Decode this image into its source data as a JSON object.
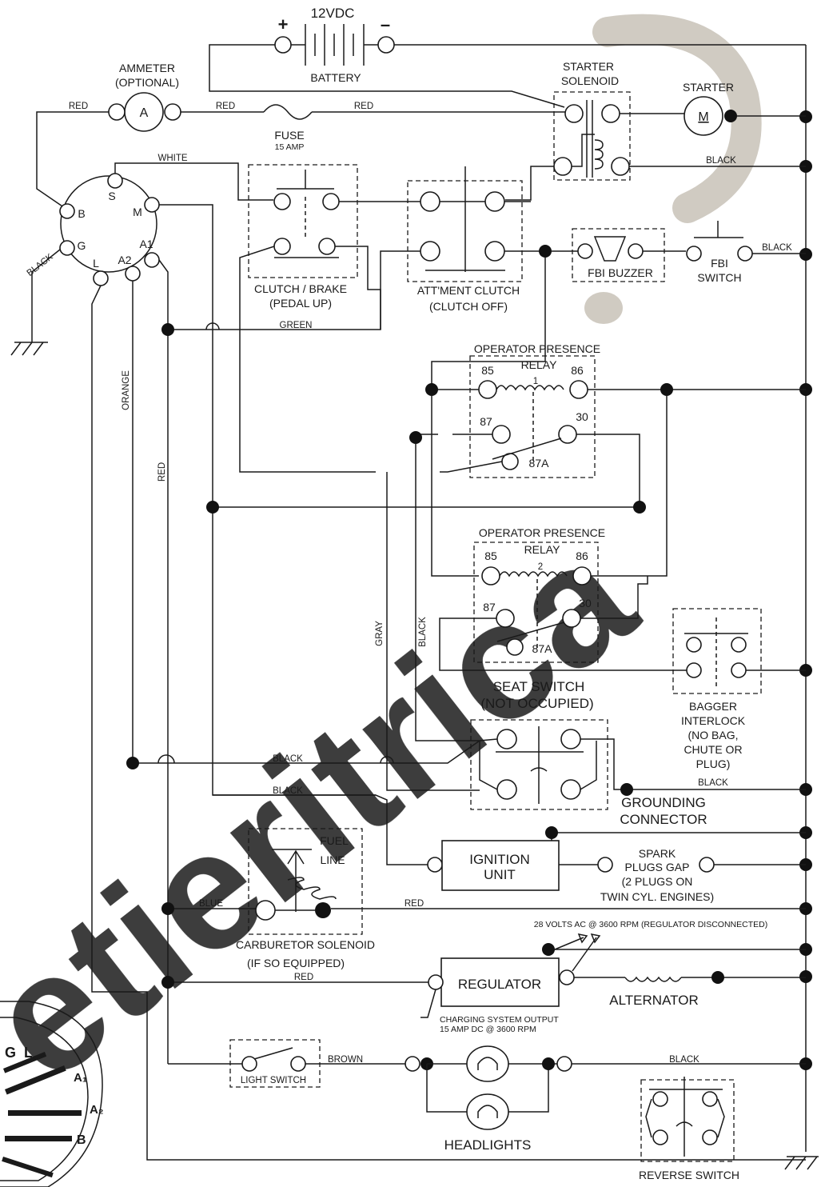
{
  "battery": {
    "voltage": "12VDC",
    "label": "BATTERY",
    "plus": "+",
    "minus": "–"
  },
  "ammeter": {
    "title": "AMMETER",
    "optional": "(OPTIONAL)",
    "symbol": "A"
  },
  "fuse": {
    "label": "FUSE",
    "rating": "15 AMP"
  },
  "starter_solenoid": {
    "line1": "STARTER",
    "line2": "SOLENOID"
  },
  "starter": {
    "label": "STARTER",
    "symbol": "M"
  },
  "ignition_switch": {
    "S": "S",
    "B": "B",
    "M": "M",
    "G": "G",
    "A1": "A1",
    "L": "L",
    "A2": "A2"
  },
  "clutch_brake": {
    "line1": "CLUTCH / BRAKE",
    "line2": "(PEDAL UP)"
  },
  "attment_clutch": {
    "line1": "ATT'MENT CLUTCH",
    "line2": "(CLUTCH OFF)"
  },
  "fbi_buzzer": {
    "label": "FBI BUZZER"
  },
  "fbi_switch": {
    "line1": "FBI",
    "line2": "SWITCH"
  },
  "relay1": {
    "title": "OPERATOR PRESENCE",
    "relay": "RELAY",
    "num": "1",
    "p85": "85",
    "p86": "86",
    "p87": "87",
    "p30": "30",
    "p87a": "87A"
  },
  "relay2": {
    "title": "OPERATOR PRESENCE",
    "relay": "RELAY",
    "num": "2",
    "p85": "85",
    "p86": "86",
    "p87": "87",
    "p30": "30",
    "p87a": "87A"
  },
  "seat_switch": {
    "line1": "SEAT SWITCH",
    "line2": "(NOT OCCUPIED)"
  },
  "bagger": {
    "line1": "BAGGER",
    "line2": "INTERLOCK",
    "line3": "(NO BAG,",
    "line4": "CHUTE OR",
    "line5": "PLUG)"
  },
  "grounding": {
    "line1": "GROUNDING",
    "line2": "CONNECTOR"
  },
  "ignition_unit": {
    "line1": "IGNITION",
    "line2": "UNIT"
  },
  "spark": {
    "line1": "SPARK",
    "line2": "PLUGS GAP",
    "line3": "(2 PLUGS ON",
    "line4": "TWIN CYL. ENGINES)"
  },
  "carb": {
    "fuel": "FUEL",
    "line": "LINE",
    "label": "CARBURETOR SOLENOID",
    "sub": "(IF SO EQUIPPED)"
  },
  "regulator": {
    "label": "REGULATOR",
    "ac_note": "28 VOLTS AC @ 3600 RPM (REGULATOR DISCONNECTED)",
    "out1": "CHARGING SYSTEM OUTPUT",
    "out2": "15 AMP DC @ 3600 RPM"
  },
  "alternator": {
    "label": "ALTERNATOR"
  },
  "light_switch": {
    "label": "LIGHT SWITCH"
  },
  "headlights": {
    "label": "HEADLIGHTS"
  },
  "reverse_switch": {
    "label": "REVERSE SWITCH"
  },
  "connector_inset": {
    "G": "G",
    "L": "L",
    "A1": "A₁",
    "A2": "A₂",
    "B": "B"
  },
  "wires": {
    "red": "RED",
    "white": "WHITE",
    "black": "BLACK",
    "green": "GREEN",
    "orange": "ORANGE",
    "gray": "GRAY",
    "blue": "BLUE",
    "brown": "BROWN"
  },
  "watermark": {
    "text": "etieritrica",
    "color_orange": "#f7c77a",
    "color_green": "#c9e08a",
    "color_gray": "#c8c2b8"
  }
}
